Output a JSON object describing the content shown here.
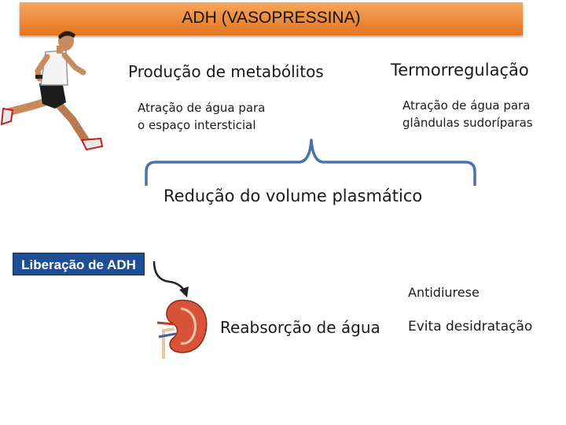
{
  "title": "ADH (VASOPRESSINA)",
  "left_header": "Produção de metabólitos",
  "right_header": "Termorregulação",
  "left_sub_lines": [
    "Atração de água para",
    "o espaço intersticial"
  ],
  "right_sub_lines": [
    "Atração de água para",
    "glândulas sudoríparas"
  ],
  "center_result": "Redução do volume plasmático",
  "release_label": "Liberação de ADH",
  "reabsorption": "Reabsorção de água",
  "antidiuresis": "Antidiurese",
  "dehydration": "Evita desidratação",
  "colors": {
    "title_bar": "#ef8c3a",
    "badge": "#1f4e94",
    "brace": "#4a72b0"
  },
  "icons": [
    "runner-icon",
    "kidney-icon",
    "curved-arrow-icon",
    "brace-icon"
  ]
}
